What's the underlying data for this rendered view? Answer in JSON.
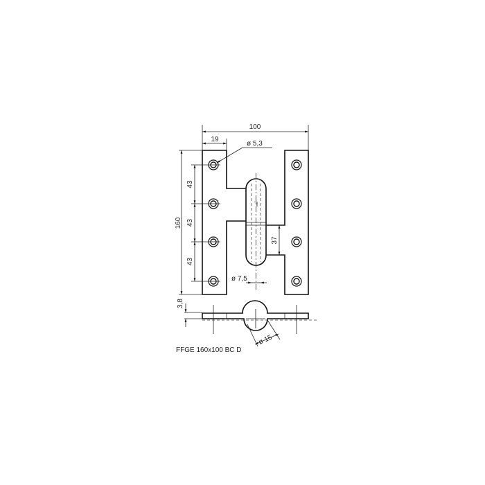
{
  "drawing": {
    "dimensions": {
      "overall_width": "100",
      "leaf_width": "19",
      "hole_diameter": "ø 5,3",
      "overall_height": "160",
      "hole_spacing": [
        "43",
        "43",
        "43"
      ],
      "knuckle_gap": "37",
      "pin_diameter": "ø 7,5",
      "thickness": "3,8",
      "knuckle_diameter": "ø 15"
    },
    "knuckle_mark": "L",
    "caption": "FFGE 160x100 BC D"
  }
}
